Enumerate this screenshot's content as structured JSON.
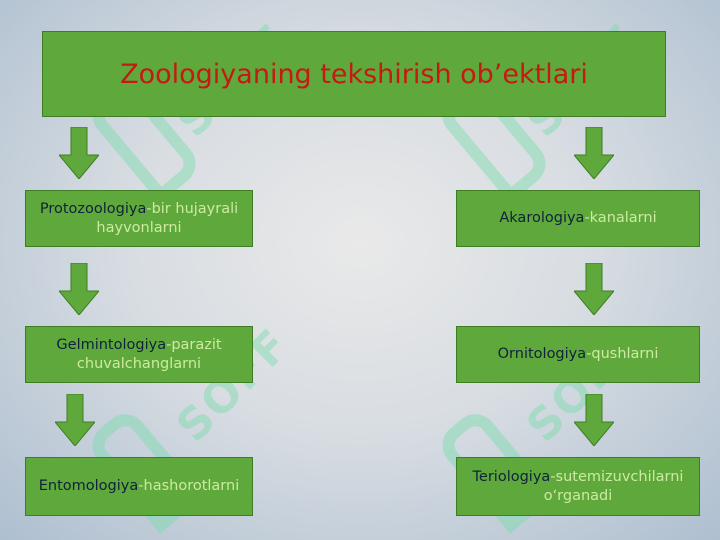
{
  "title": "Zoologiyaning tekshirish ob’ektlari",
  "watermark": "SOFF",
  "colors": {
    "box_fill": "#5fa93c",
    "box_border": "#3f7d24",
    "title_text": "#c41a12",
    "term_text": "#10223a",
    "description_text": "#cdeaa2",
    "arrow_fill": "#5fa93c"
  },
  "left_column": [
    {
      "term": "Protozoologiya",
      "description": "-bir hujayrali hayvonlarni"
    },
    {
      "term": "Gelmintologiya",
      "description": "-parazit chuvalchanglarni"
    },
    {
      "term": "Entomologiya",
      "description": "-hashorotlarni"
    }
  ],
  "right_column": [
    {
      "term": "Akarologiya",
      "description": "-kanalarni"
    },
    {
      "term": "Ornitologiya",
      "description": "-qushlarni"
    },
    {
      "term": "Teriologiya",
      "description": "-sutemizuvchilarni o‘rganadi"
    }
  ]
}
